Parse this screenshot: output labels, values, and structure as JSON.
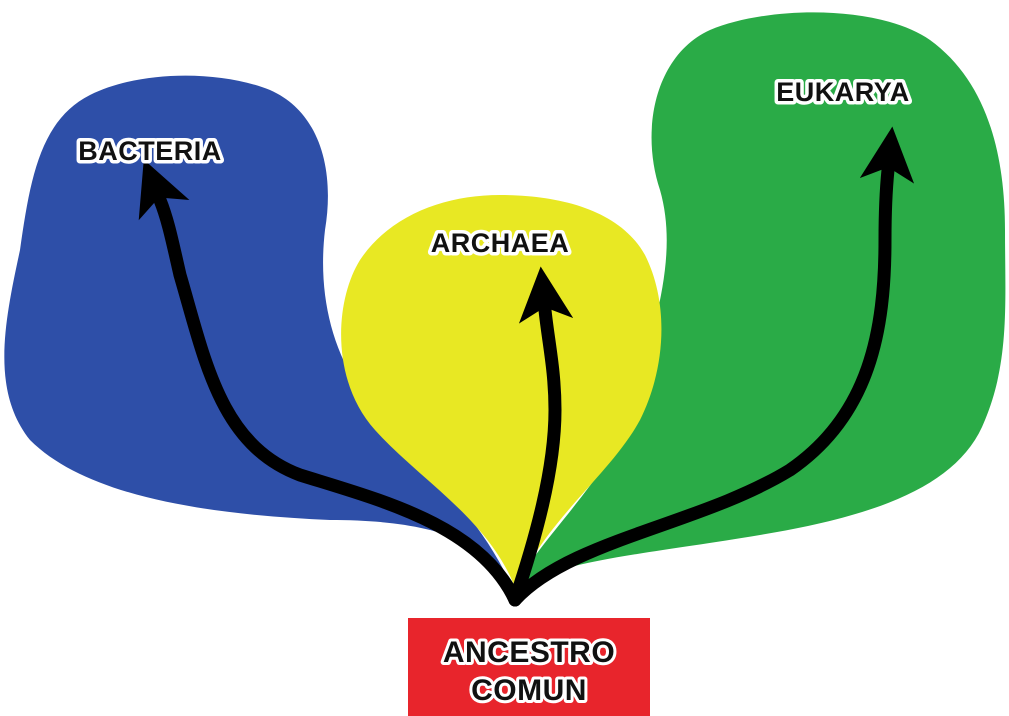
{
  "colors": {
    "bacteria": "#2e4fa8",
    "archaea": "#e8e823",
    "eukarya": "#2aab47",
    "ancestor": "#e8252c",
    "arrow": "#000000",
    "label_outline": "#ffffff"
  },
  "domains": {
    "bacteria": "BACTERIA",
    "archaea": "ARCHAEA",
    "eukarya": "EUKARYA"
  },
  "ancestor": {
    "line1": "ANCESTRO",
    "line2": "COMUN"
  }
}
